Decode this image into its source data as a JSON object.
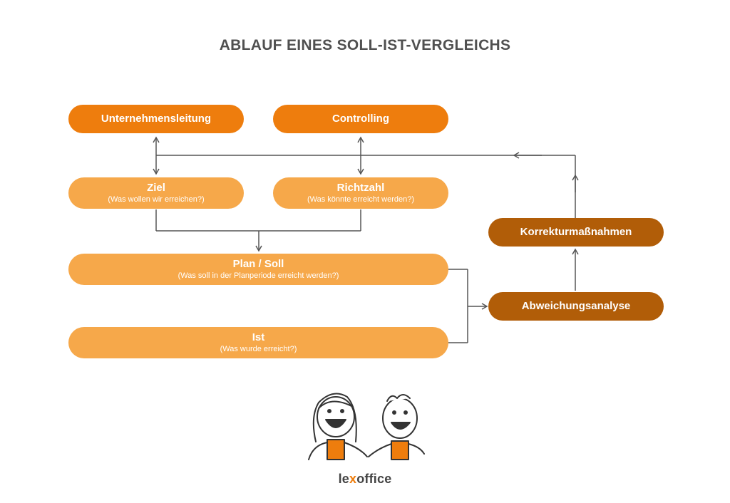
{
  "title": "ABLAUF EINES SOLL-IST-VERGLEICHS",
  "nodes": {
    "unternehmensleitung": {
      "label": "Unternehmensleitung"
    },
    "controlling": {
      "label": "Controlling"
    },
    "ziel": {
      "label": "Ziel",
      "sub": "(Was wollen wir erreichen?)"
    },
    "richtzahl": {
      "label": "Richtzahl",
      "sub": "(Was könnte erreicht werden?)"
    },
    "plan": {
      "label": "Plan / Soll",
      "sub": "(Was soll in der Planperiode erreicht werden?)"
    },
    "ist": {
      "label": "Ist",
      "sub": "(Was wurde erreicht?)"
    },
    "abweichung": {
      "label": "Abweichungsanalyse"
    },
    "korrektur": {
      "label": "Korrekturmaßnahmen"
    }
  },
  "logo": {
    "part1": "le",
    "part2": "x",
    "part3": "office"
  },
  "colors": {
    "dark_orange": "#ee7d0d",
    "light_orange": "#f6a84a",
    "brown": "#b15d08",
    "line": "#555555"
  },
  "icons": [
    "person-female-icon",
    "person-male-icon"
  ]
}
